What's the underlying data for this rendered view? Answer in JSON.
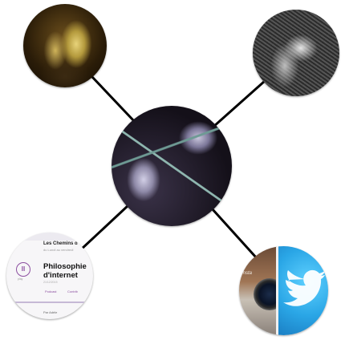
{
  "nodes": {
    "bottom_left": {
      "site_name": "Les Chemins d",
      "site_sub": "du Lundi au vendredi",
      "title": "Philosophie d'internet",
      "play_caption": "play",
      "meta": "21/12/2015",
      "tag1": "Podcast",
      "tag2": "Contrib",
      "author": "Par Adèle"
    },
    "bottom_right": {
      "ig_label": "Insta"
    }
  },
  "icons": [
    "pause-icon",
    "camera-lens-icon",
    "bird-icon"
  ],
  "colors": {
    "connector": "#000000",
    "accent_purple": "#8c4fa0",
    "twitter_blue": "#2aa6e6"
  }
}
